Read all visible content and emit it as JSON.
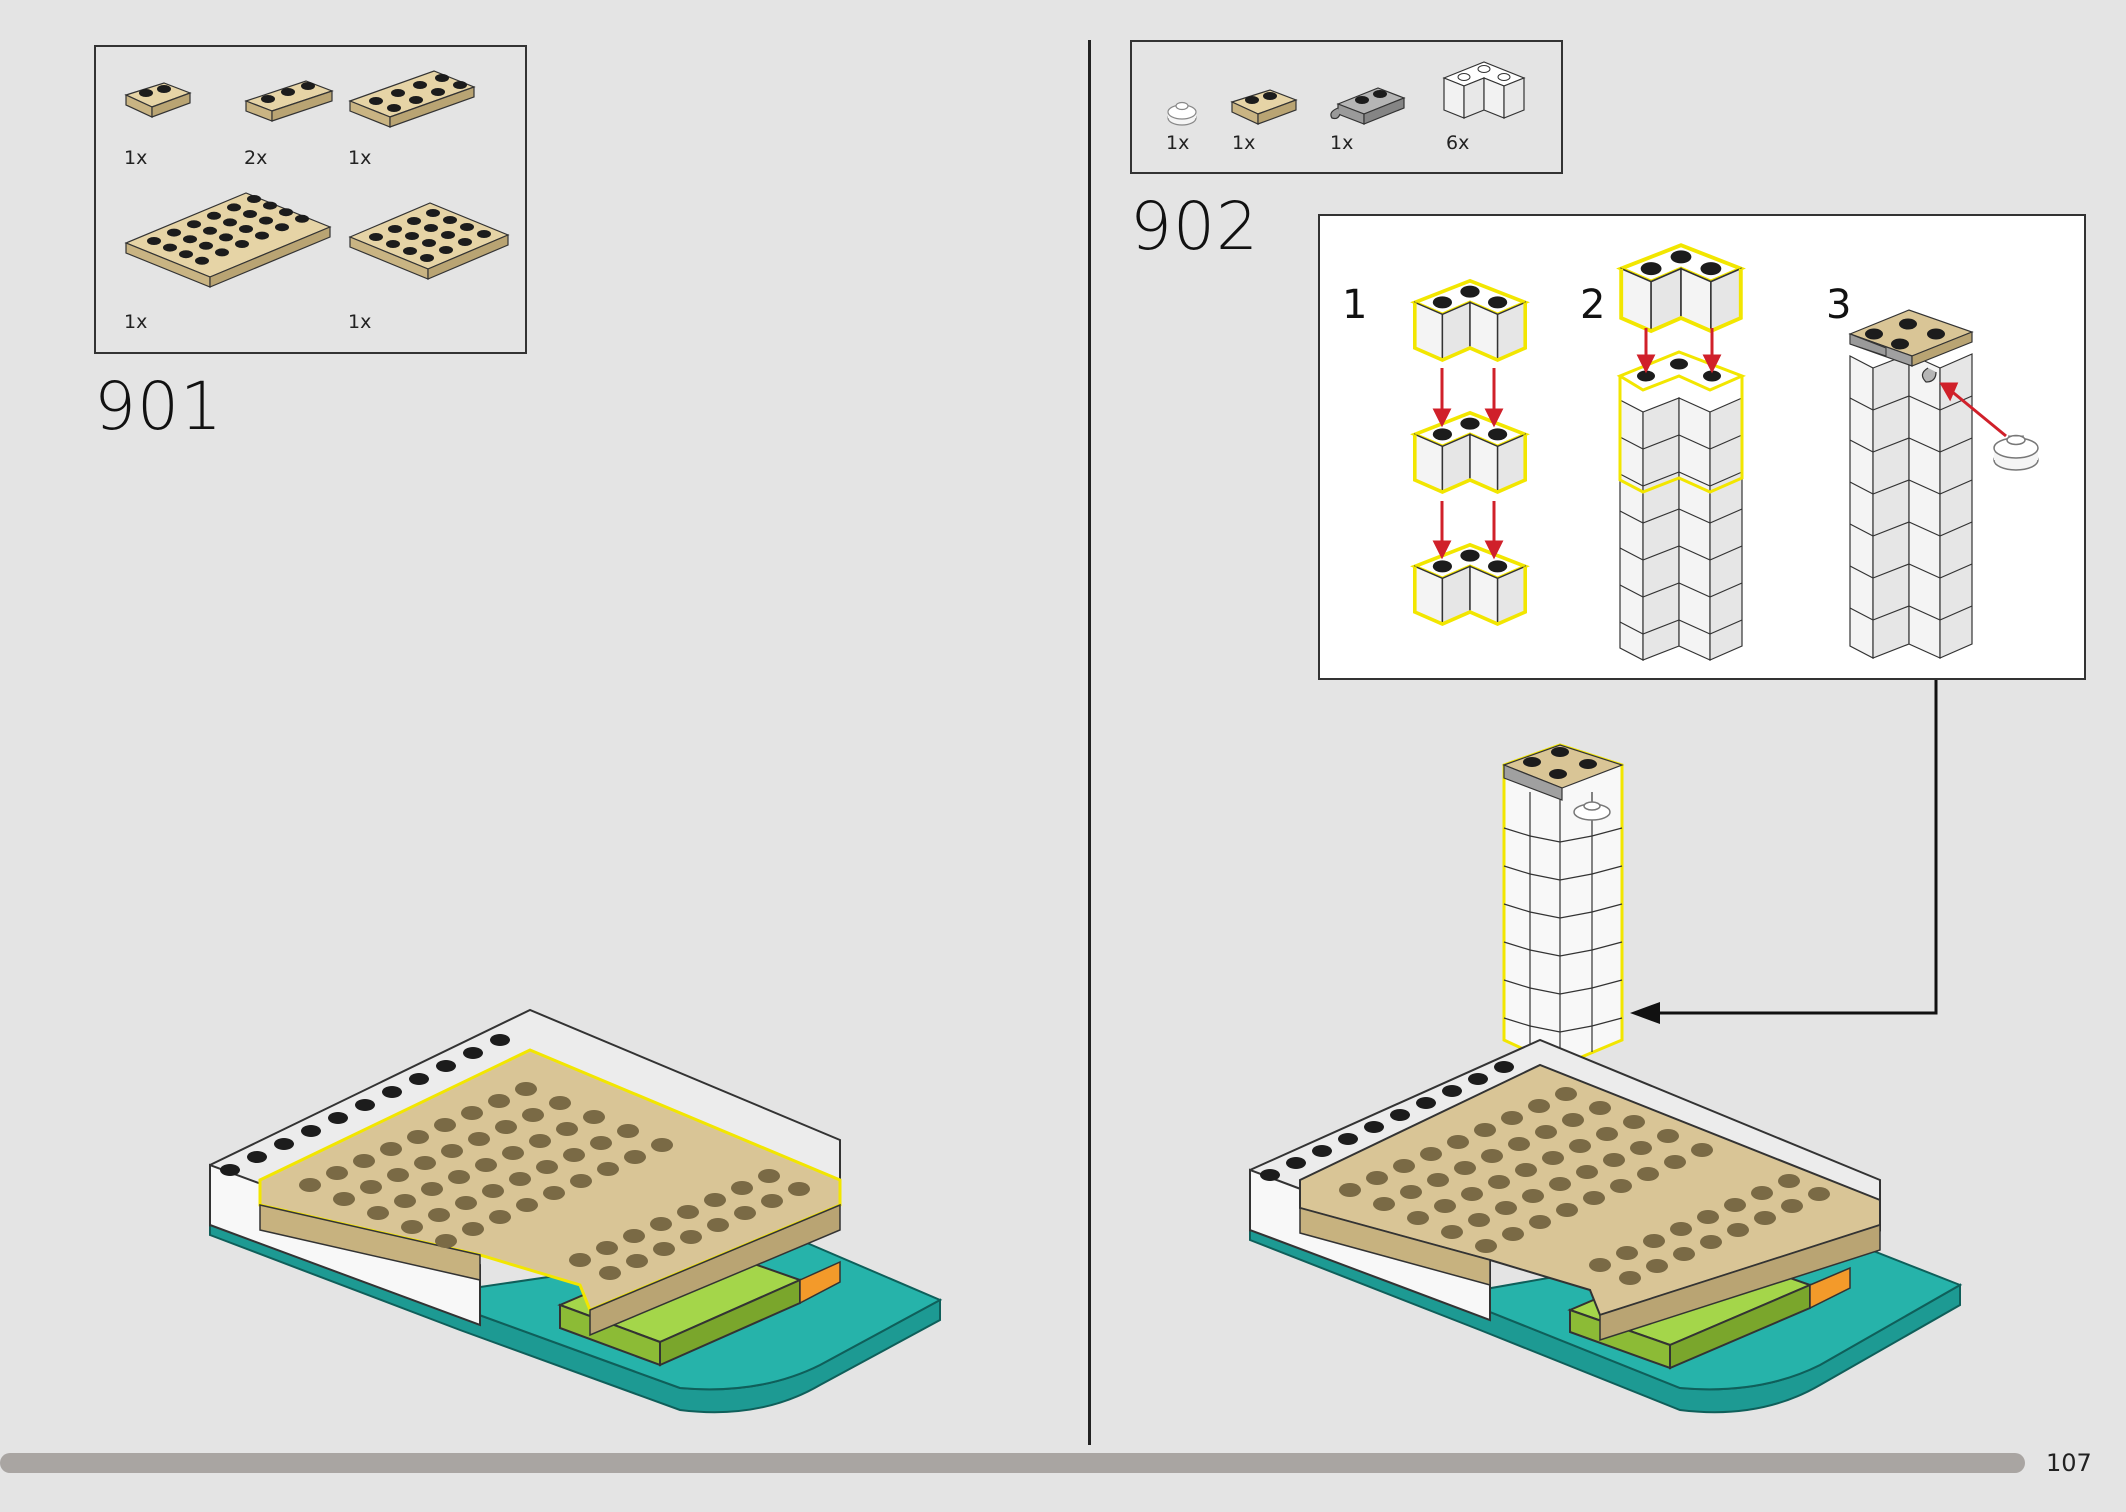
{
  "left_step": {
    "number": "901",
    "parts": [
      {
        "qty": "1x",
        "color": "tan",
        "shape": "plate-1x2"
      },
      {
        "qty": "2x",
        "color": "tan",
        "shape": "plate-1x3"
      },
      {
        "qty": "1x",
        "color": "tan",
        "shape": "plate-2x4"
      },
      {
        "qty": "1x",
        "color": "tan",
        "shape": "plate-4x6"
      },
      {
        "qty": "1x",
        "color": "tan",
        "shape": "plate-4x4"
      }
    ]
  },
  "right_step": {
    "number": "902",
    "parts": [
      {
        "qty": "1x",
        "color": "trans-clear",
        "shape": "round-plate-1x1"
      },
      {
        "qty": "1x",
        "color": "tan",
        "shape": "plate-1x2"
      },
      {
        "qty": "1x",
        "color": "light-gray",
        "shape": "plate-clip-1x2"
      },
      {
        "qty": "6x",
        "color": "white",
        "shape": "brick-corner-2x2"
      }
    ],
    "substeps": [
      "1",
      "2",
      "3"
    ]
  },
  "page_number": "107",
  "colors": {
    "background": "#e4e4e4",
    "tan": "#d9c596",
    "white_brick": "#f7f7f7",
    "teal": "#1d9a93",
    "lime": "#a4d64a",
    "highlight": "#f2e600",
    "arrow_red": "#d0202a",
    "gray": "#a0a0a0"
  },
  "icons": [
    "build-arrow-icon",
    "callout-arrow-icon"
  ]
}
